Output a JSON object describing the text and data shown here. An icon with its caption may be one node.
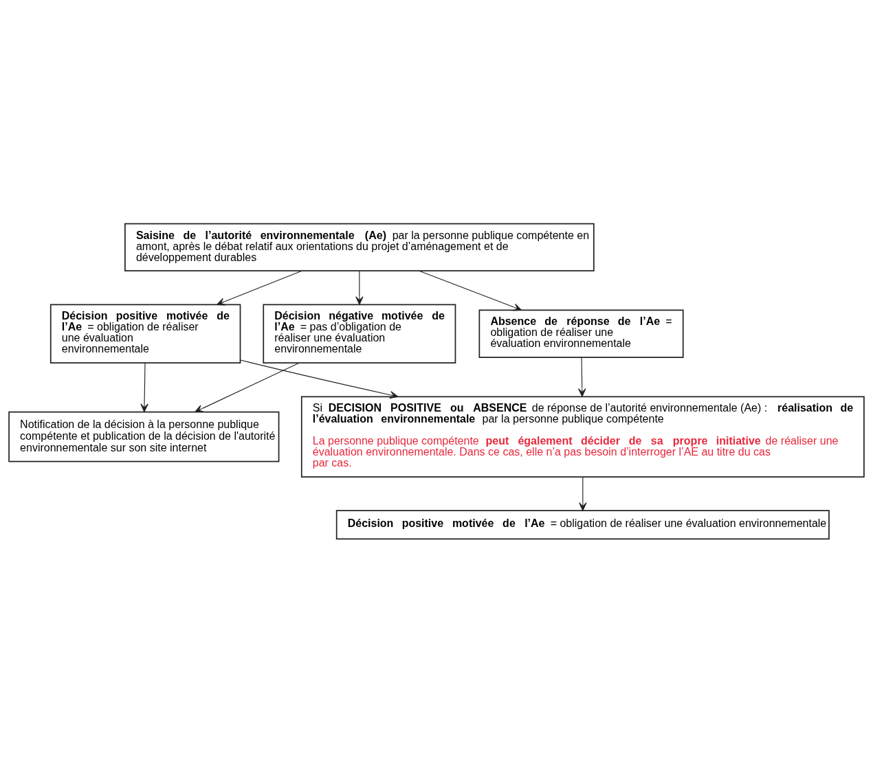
{
  "diagram": {
    "nodes": [
      {
        "text": [
          "**Saisine de l’autorité environnementale (Ae)** par la personne publique compétente en amont, après le débat relatif aux orientations du projet d’aménagement et de développement durables"
        ]
      },
      {
        "text": [
          "**Décision positive motivée de l’Ae** = obligation de réaliser une évaluation environnementale"
        ]
      },
      {
        "text": [
          "**Décision négative motivée de l’Ae** = pas d’obligation de réaliser une évaluation environnementale"
        ]
      },
      {
        "text": [
          "**Absence de réponse de l’Ae** = obligation de réaliser une évaluation environnementale"
        ]
      },
      {
        "text": [
          "Notification de la décision à la personne publique compétente et publication de la décision de l'autorité environnementale sur son site internet"
        ]
      },
      {
        "text": [
          "Si **DECISION POSITIVE ou ABSENCE** de réponse de l’autorité environnementale (Ae) : **réalisation de l’évaluation environnementale** par la personne publique compétente",
          "La personne publique compétente **peut également décider de sa propre initiative** de réaliser une évaluation environnementale. Dans ce cas, elle n’a pas besoin d’interroger l’AE au titre du cas par cas."
        ]
      },
      {
        "text": [
          "**Décision positive motivée de l’Ae** = obligation de réaliser une évaluation environnementale"
        ]
      }
    ],
    "edges": [
      {
        "from": 0,
        "to": 1,
        "arrow": "to"
      },
      {
        "from": 0,
        "to": 2,
        "arrow": "to"
      },
      {
        "from": 0,
        "to": 3,
        "arrow": "to"
      },
      {
        "from": 1,
        "to": 4,
        "arrow": "to"
      },
      {
        "from": 2,
        "to": 4,
        "arrow": "to"
      },
      {
        "from": 1,
        "to": 5,
        "arrow": "to"
      },
      {
        "from": 3,
        "to": 5,
        "arrow": "to"
      },
      {
        "from": 5,
        "to": 6,
        "arrow": "to"
      }
    ]
  }
}
